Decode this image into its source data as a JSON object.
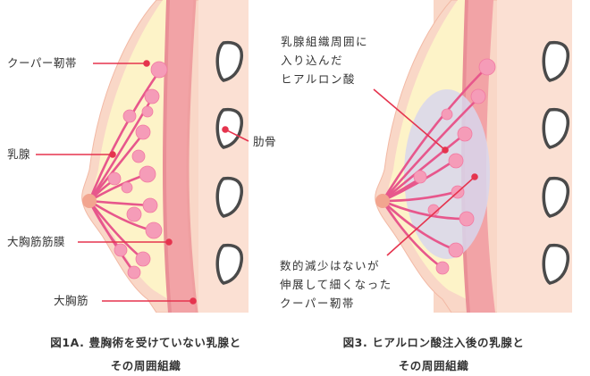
{
  "figures": [
    {
      "caption_lines": [
        "図1A. 豊胸術を受けていない乳腺と",
        "その周囲組織"
      ]
    },
    {
      "caption_lines": [
        "図3. ヒアルロン酸注入後の乳腺と",
        "その周囲組織"
      ]
    }
  ],
  "labels": {
    "cooper": "クーパー靭帯",
    "mammary": "乳腺",
    "fascia": "大胸筋筋膜",
    "pectoralis": "大胸筋",
    "rib": "肋骨",
    "hyaluronic_lines": [
      "乳腺組織周囲に",
      "入り込んだ",
      "ヒアルロン酸"
    ],
    "stretched_lines": [
      "数的減少はないが",
      "伸展して細くなった",
      "クーパー靭帯"
    ]
  },
  "colors": {
    "skin": "#f9d7c7",
    "skin_edge": "#f2b9a5",
    "fat": "#fdf3c8",
    "muscle": "#f2a3a6",
    "fascia": "#e98f96",
    "gland": "#e7578c",
    "lobule": "#f59cb8",
    "leader": "#e5344e",
    "rib_fill": "#ffffff",
    "rib_stroke": "#4a4a4a",
    "gel": "#d8d6ec"
  }
}
